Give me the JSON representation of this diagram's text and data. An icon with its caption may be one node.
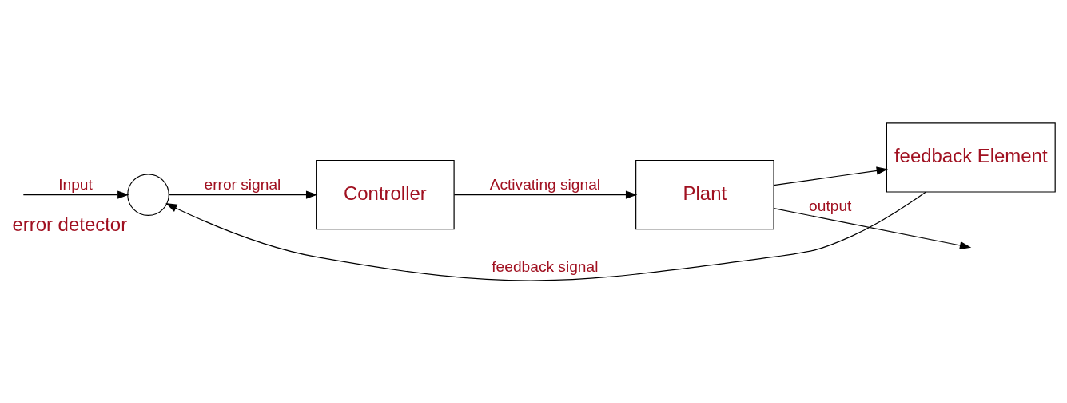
{
  "diagram": {
    "nodes": [
      {
        "text": [],
        "shape": "circle",
        "beside": [
          "error detector"
        ]
      },
      {
        "text": [
          "Controller"
        ]
      },
      {
        "text": [
          "Plant"
        ]
      },
      {
        "text": [
          "feedback Element"
        ]
      }
    ],
    "edges": [
      {
        "from": null,
        "to": 0,
        "arrow": "to",
        "label": "Input"
      },
      {
        "from": 0,
        "to": 1,
        "arrow": "to",
        "label": "error signal"
      },
      {
        "from": 1,
        "to": 2,
        "arrow": "to",
        "label": "Activating signal"
      },
      {
        "from": 2,
        "to": null,
        "arrow": "to",
        "label": "output"
      },
      {
        "from": 2,
        "to": 3,
        "arrow": "to"
      },
      {
        "from": 3,
        "to": 0,
        "arrow": "to",
        "label": "feedback signal"
      }
    ]
  }
}
